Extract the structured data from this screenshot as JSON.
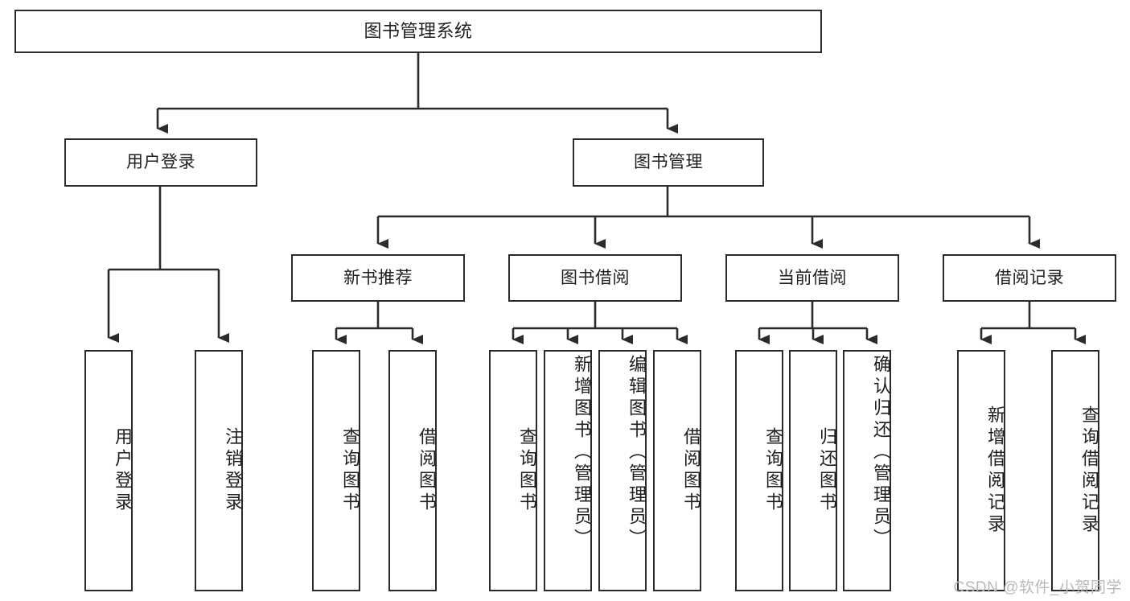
{
  "diagram": {
    "title": "图书管理系统",
    "type": "tree",
    "root": {
      "label": "图书管理系统"
    },
    "level1": [
      {
        "label": "用户登录"
      },
      {
        "label": "图书管理"
      }
    ],
    "level2": [
      {
        "label": "新书推荐",
        "parent": "图书管理"
      },
      {
        "label": "图书借阅",
        "parent": "图书管理"
      },
      {
        "label": "当前借阅",
        "parent": "图书管理"
      },
      {
        "label": "借阅记录",
        "parent": "图书管理"
      }
    ],
    "leaves": {
      "user_login": [
        {
          "label": "用户登录"
        },
        {
          "label": "注销登录"
        }
      ],
      "new_book_recommend": [
        {
          "label": "查询图书"
        },
        {
          "label": "借阅图书"
        }
      ],
      "book_borrow": [
        {
          "label": "查询图书"
        },
        {
          "label": "新增图书（管理员）"
        },
        {
          "label": "编辑图书（管理员）"
        },
        {
          "label": "借阅图书"
        }
      ],
      "current_borrow": [
        {
          "label": "查询图书"
        },
        {
          "label": "归还图书"
        },
        {
          "label": "确认归还（管理员）"
        }
      ],
      "borrow_record": [
        {
          "label": "新增借阅记录"
        },
        {
          "label": "查询借阅记录"
        }
      ]
    }
  },
  "watermark": {
    "text": "CSDN @软件_小贺同学"
  },
  "colors": {
    "box_border": "#2b2b2b",
    "box_fill": "#ffffff",
    "line": "#2b2b2b",
    "text": "#1f1f1f",
    "watermark": "#b9b9b9",
    "background": "#ffffff"
  }
}
